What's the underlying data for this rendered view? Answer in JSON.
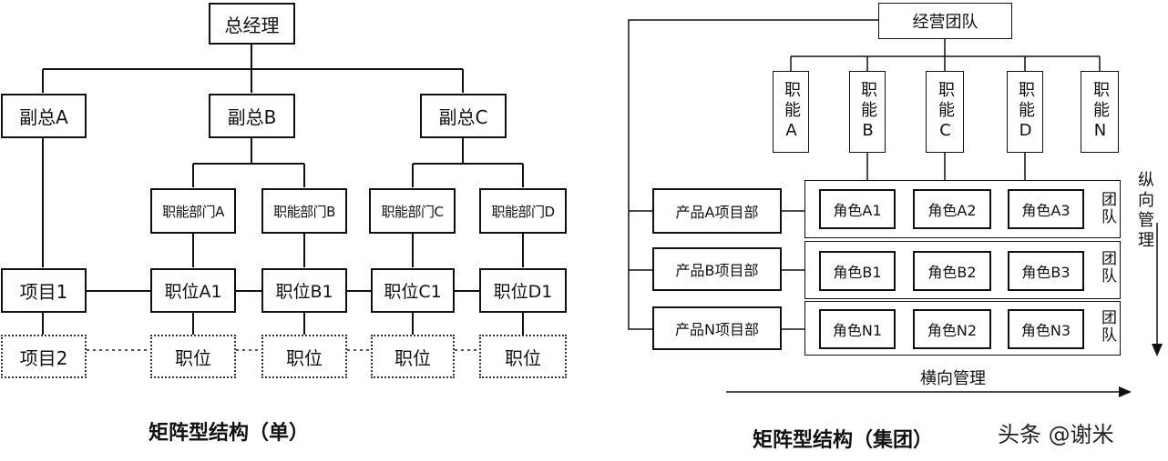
{
  "single": {
    "ceo": "总经理",
    "vp_a": "副总A",
    "vp_b": "副总B",
    "vp_c": "副总C",
    "dept_a": "职能部门A",
    "dept_b": "职能部门B",
    "dept_c": "职能部门C",
    "dept_d": "职能部门D",
    "project_1": "项目1",
    "project_2": "项目2",
    "post_a1": "职位A1",
    "post_b1": "职位B1",
    "post_c1": "职位C1",
    "post_d1": "职位D1",
    "post_generic": "职位",
    "caption": "矩阵型结构（单）"
  },
  "group": {
    "mgmt_team": "经营团队",
    "functions": [
      "职能A",
      "职能B",
      "职能C",
      "职能D",
      "职能N"
    ],
    "departments": [
      "产品A项目部",
      "产品B项目部",
      "产品N项目部"
    ],
    "roles": [
      [
        "角色A1",
        "角色A2",
        "角色A3"
      ],
      [
        "角色B1",
        "角色B2",
        "角色B3"
      ],
      [
        "角色N1",
        "角色N2",
        "角色N3"
      ]
    ],
    "team_label": "团队",
    "vertical_mgmt": "纵向管理",
    "horizontal_mgmt": "横向管理",
    "caption": "矩阵型结构（集团）"
  },
  "watermark": "头条 @谢米"
}
